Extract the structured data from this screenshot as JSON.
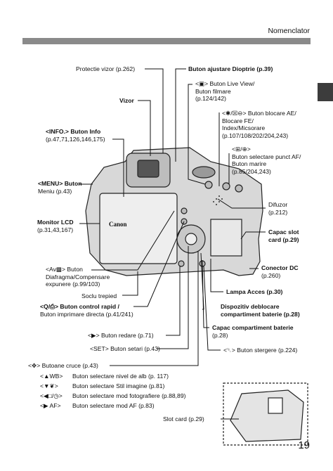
{
  "header": {
    "title": "Nomenclator"
  },
  "page_number": "19",
  "labels": {
    "protectie_vizor": "Protectie vizor (p.262)",
    "vizor": "Vizor",
    "info_button": [
      "<INFO.> Buton Info",
      "(p.47,71,126,146,175)"
    ],
    "menu_button": [
      "<MENU> Buton",
      "Meniu (p.43)"
    ],
    "monitor_lcd": [
      "Monitor LCD",
      "(p.31,43,167)"
    ],
    "av_button": [
      "<Av▩> Buton",
      "Diafragma/Compensare",
      "expunere (p.99/103)"
    ],
    "soclu_trepied": "Soclu trepied",
    "control_rapid": [
      "<Q/⎙> Buton control rapid  /",
      "Buton imprimare directa (p.41/241)"
    ],
    "redare": "<▶> Buton redare (p.71)",
    "setari": "<SET> Buton setari (p.43)",
    "cruce": [
      "<✥> Butoane cruce (p.43)"
    ],
    "cruce_items": [
      {
        "key": "<▲WB>",
        "text": "Buton selectare nivel de alb (p. 117)"
      },
      {
        "key": "<▼❦>",
        "text": "Buton selectare Stil imagine (p.81)"
      },
      {
        "key": "<◀□/◷>",
        "text": "Buton selectare mod fotografiere (p.88,89)"
      },
      {
        "key": "<▶ AF>",
        "text": "Buton selectare mod AF (p.83)"
      }
    ],
    "dioptrie": "Buton ajustare Dioptrie  (p.39)",
    "live_view": [
      "<▣> Buton Live View/",
      "Buton filmare",
      "(p.124/142)"
    ],
    "blocare_ae": [
      "<✱/☒⊖> Buton blocare AE/",
      "Blocare FE/",
      "Index/Micsorare",
      "(p.107/108/202/204,243)"
    ],
    "punct_af": [
      "<⊞/⊕>",
      "Buton selectare punct AF/",
      "Buton marire",
      "(p.85/204,243)"
    ],
    "difuzor": [
      "Difuzor",
      "(p.212)"
    ],
    "capac_slot": [
      "Capac slot",
      "card  (p.29)"
    ],
    "conector_dc": [
      "Conector DC",
      "(p.260)"
    ],
    "lampa_acces": "Lampa Acces (p.30)",
    "dispozitiv": [
      "Dispozitiv deblocare",
      "compartiment baterie (p.28)"
    ],
    "capac_baterie": [
      "Capac compartiment baterie",
      "(p.28)"
    ],
    "stergere": "<␡> Buton stergere (p.224)",
    "slot_card": "Slot card (p.29)"
  },
  "colors": {
    "header_bar": "#8a8a8a",
    "camera_body": "#d8d8d8",
    "lcd_screen": "#eeeeee"
  }
}
